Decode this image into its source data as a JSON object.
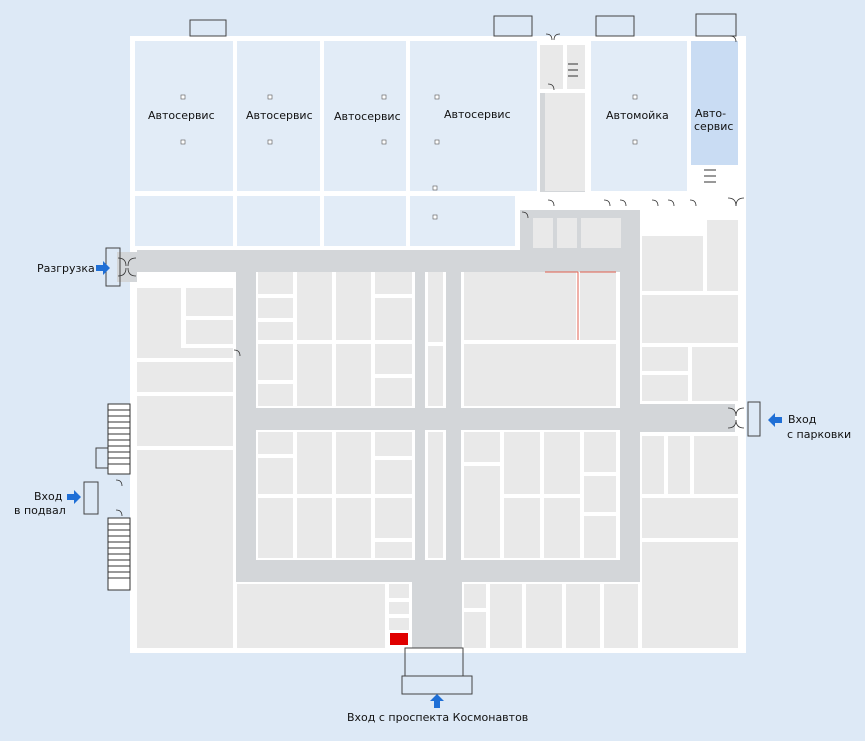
{
  "map": {
    "rooms": {
      "autoservice_1": "Автосервис",
      "autoservice_2": "Автосервис",
      "autoservice_3": "Автосервис",
      "autoservice_4": "Автосервис",
      "carwash": "Автомойка",
      "autoservice_5_line1": "Авто-",
      "autoservice_5_line2": "сервис"
    },
    "entrances": {
      "unloading": "Разгрузка",
      "parking_line1": "Вход",
      "parking_line2": "с парковки",
      "basement_line1": "Вход",
      "basement_line2": "в подвал",
      "main": "Вход с проспекта Космонавтов"
    }
  },
  "colors": {
    "background": "#dde9f6",
    "wall": "#ffffff",
    "room_gray": "#e9e9e9",
    "corridor": "#d3d6d9",
    "service_blue": "#e2ecf7",
    "autoservice_highlight": "#c9dcf3",
    "arrow_blue": "#1f6fd6",
    "fire_red": "#e00000",
    "red_line": "#e06050"
  }
}
